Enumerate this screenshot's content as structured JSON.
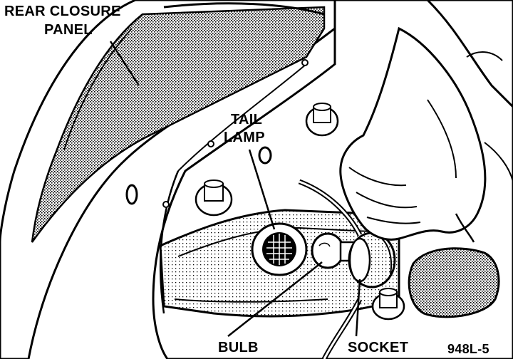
{
  "labels": {
    "rear_closure_line1": "REAR CLOSURE",
    "rear_closure_line2": "PANEL",
    "tail_line1": "TAIL",
    "tail_line2": "LAMP",
    "bulb": "BULB",
    "socket": "SOCKET",
    "figure_id": "948L-5"
  },
  "colors": {
    "ink": "#000000",
    "paper": "#ffffff",
    "shade": "#9a9a9a"
  },
  "icons": {
    "hand": "hand-drawing",
    "bulb": "bulb-drawing",
    "socket": "socket-drawing"
  }
}
